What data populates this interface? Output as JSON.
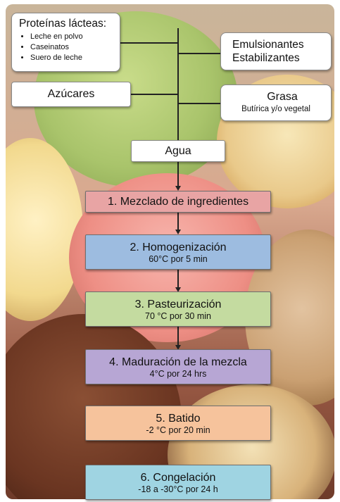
{
  "ingredients": {
    "proteinas": {
      "title": "Proteínas lácteas:",
      "items": [
        "Leche en polvo",
        "Caseinatos",
        "Suero de leche"
      ]
    },
    "emulsionantes": {
      "line1": "Emulsionantes",
      "line2": "Estabilizantes"
    },
    "azucares": {
      "label": "Azúcares"
    },
    "grasa": {
      "label": "Grasa",
      "sub": "Butírica y/o vegetal"
    },
    "agua": {
      "label": "Agua"
    }
  },
  "steps": [
    {
      "title": "1. Mezclado de ingredientes",
      "sub": "",
      "color": "#e8a4a4"
    },
    {
      "title": "2. Homogenización",
      "sub": "60°C por 5 min",
      "color": "#9dbce0"
    },
    {
      "title": "3. Pasteurización",
      "sub": "70 °C por 30 min",
      "color": "#c4dba0"
    },
    {
      "title": "4. Maduración de la mezcla",
      "sub": "4°C por 24 hrs",
      "color": "#b7a6d4"
    },
    {
      "title": "5. Batido",
      "sub": "-2 °C por 20 min",
      "color": "#f6c39c"
    },
    {
      "title": "6. Congelación",
      "sub": "-18 a -30°C por 24 h",
      "color": "#9fd4e2"
    }
  ]
}
